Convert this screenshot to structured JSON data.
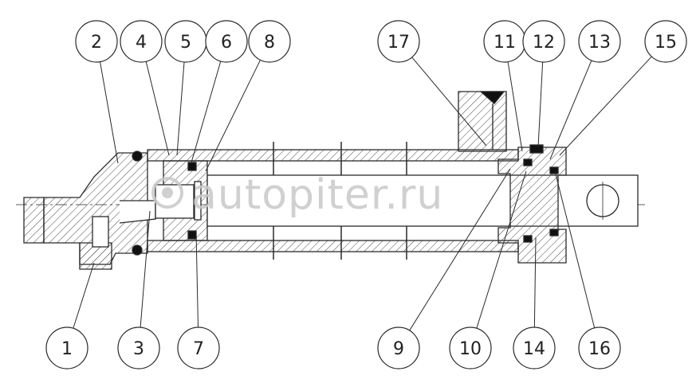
{
  "watermark": {
    "text": "autopiter.ru",
    "icon": "autopiter-logo-icon"
  },
  "callouts": [
    {
      "id": "c1",
      "label": "1"
    },
    {
      "id": "c2",
      "label": "2"
    },
    {
      "id": "c3",
      "label": "3"
    },
    {
      "id": "c4",
      "label": "4"
    },
    {
      "id": "c5",
      "label": "5"
    },
    {
      "id": "c6",
      "label": "6"
    },
    {
      "id": "c7",
      "label": "7"
    },
    {
      "id": "c8",
      "label": "8"
    },
    {
      "id": "c9",
      "label": "9"
    },
    {
      "id": "c10",
      "label": "10"
    },
    {
      "id": "c11",
      "label": "11"
    },
    {
      "id": "c12",
      "label": "12"
    },
    {
      "id": "c13",
      "label": "13"
    },
    {
      "id": "c14",
      "label": "14"
    },
    {
      "id": "c15",
      "label": "15"
    },
    {
      "id": "c16",
      "label": "16"
    },
    {
      "id": "c17",
      "label": "17"
    }
  ],
  "colors": {
    "line": "#2a2a2a",
    "hatch": "#4a4a4a",
    "watermark": "#c8c8c8",
    "background": "#ffffff"
  }
}
